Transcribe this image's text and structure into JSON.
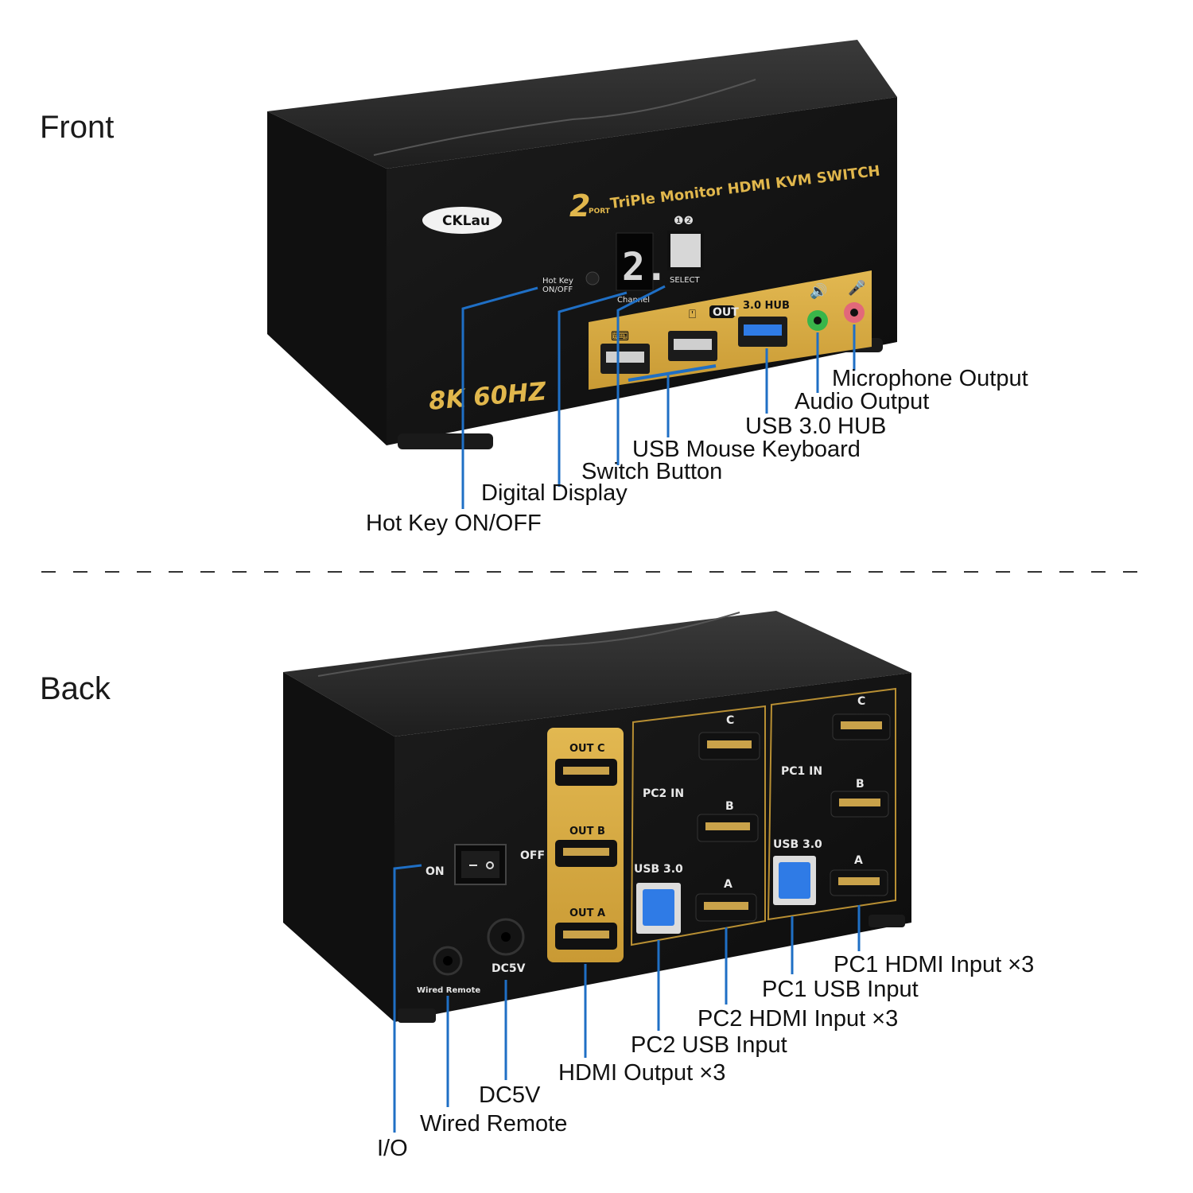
{
  "sections": {
    "front": "Front",
    "back": "Back"
  },
  "front_device": {
    "brand": "CKLau",
    "port_number": "2",
    "port_word": "PORT",
    "title": "TriPle Monitor HDMI KVM SWITCH",
    "resolution": "8K 60HZ",
    "channel_digit": "2.",
    "channel_label": "Channel",
    "select_label": "SELECT",
    "select_numbers": "❶❷",
    "hotkey_label_1": "Hot Key",
    "hotkey_label_2": "ON/OFF",
    "out_badge": "OUT",
    "hub_label": "3.0 HUB"
  },
  "back_device": {
    "out_c": "OUT C",
    "out_b": "OUT B",
    "out_a": "OUT A",
    "pc2_in": "PC2 IN",
    "pc1_in": "PC1 IN",
    "usb30_a": "USB 3.0",
    "usb30_b": "USB 3.0",
    "port_c": "C",
    "port_b": "B",
    "port_a": "A",
    "on_label": "ON",
    "off_label": "OFF",
    "dc_label": "DC5V",
    "remote_label": "Wired Remote"
  },
  "front_callouts": {
    "microphone": "Microphone Output",
    "audio": "Audio Output",
    "usb_hub": "USB 3.0 HUB",
    "usb_mouse_keyboard": "USB Mouse Keyboard",
    "switch_button": "Switch Button",
    "digital_display": "Digital Display",
    "hot_key": "Hot Key ON/OFF"
  },
  "back_callouts": {
    "pc1_hdmi": "PC1 HDMI Input ×3",
    "pc1_usb": "PC1 USB Input",
    "pc2_hdmi": "PC2 HDMI Input ×3",
    "pc2_usb": "PC2 USB Input",
    "hdmi_output": "HDMI Output ×3",
    "dc5v": "DC5V",
    "wired_remote": "Wired Remote",
    "io": "I/O"
  },
  "colors": {
    "lead_line": "#1f6fc5",
    "gold": "#e1b74c",
    "panel_gold": "#d9ad45",
    "body_black": "#151515"
  }
}
